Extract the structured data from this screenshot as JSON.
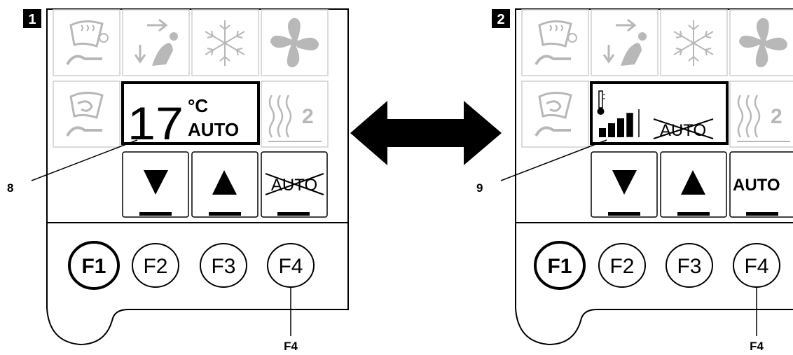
{
  "panel1": {
    "number": "1",
    "display": {
      "temperature": "17",
      "unit": "°C",
      "mode": "AUTO"
    },
    "buttons": {
      "down": "▼",
      "up": "▲",
      "auto_crossed": "AUTO"
    },
    "fkeys": [
      "F1",
      "F2",
      "F3",
      "F4"
    ],
    "callout_display": "8",
    "callout_fkey": "F4",
    "zone_level": "2"
  },
  "panel2": {
    "number": "2",
    "display": {
      "mode_crossed": "AUTO",
      "fan_level_bars": 4
    },
    "buttons": {
      "down": "▼",
      "up": "▲",
      "auto": "AUTO"
    },
    "fkeys": [
      "F1",
      "F2",
      "F3",
      "F4"
    ],
    "callout_display": "9",
    "callout_fkey": "F4",
    "zone_level": "2"
  },
  "colors": {
    "ink": "#000000",
    "disabled": "#b8b8b8",
    "background": "#ffffff"
  },
  "icons": [
    "windshield-defrost-icon",
    "seat-airflow-icon",
    "snowflake-icon",
    "fan-icon",
    "seat-recirculation-icon",
    "seat-heating-icon",
    "thermometer-icon"
  ]
}
